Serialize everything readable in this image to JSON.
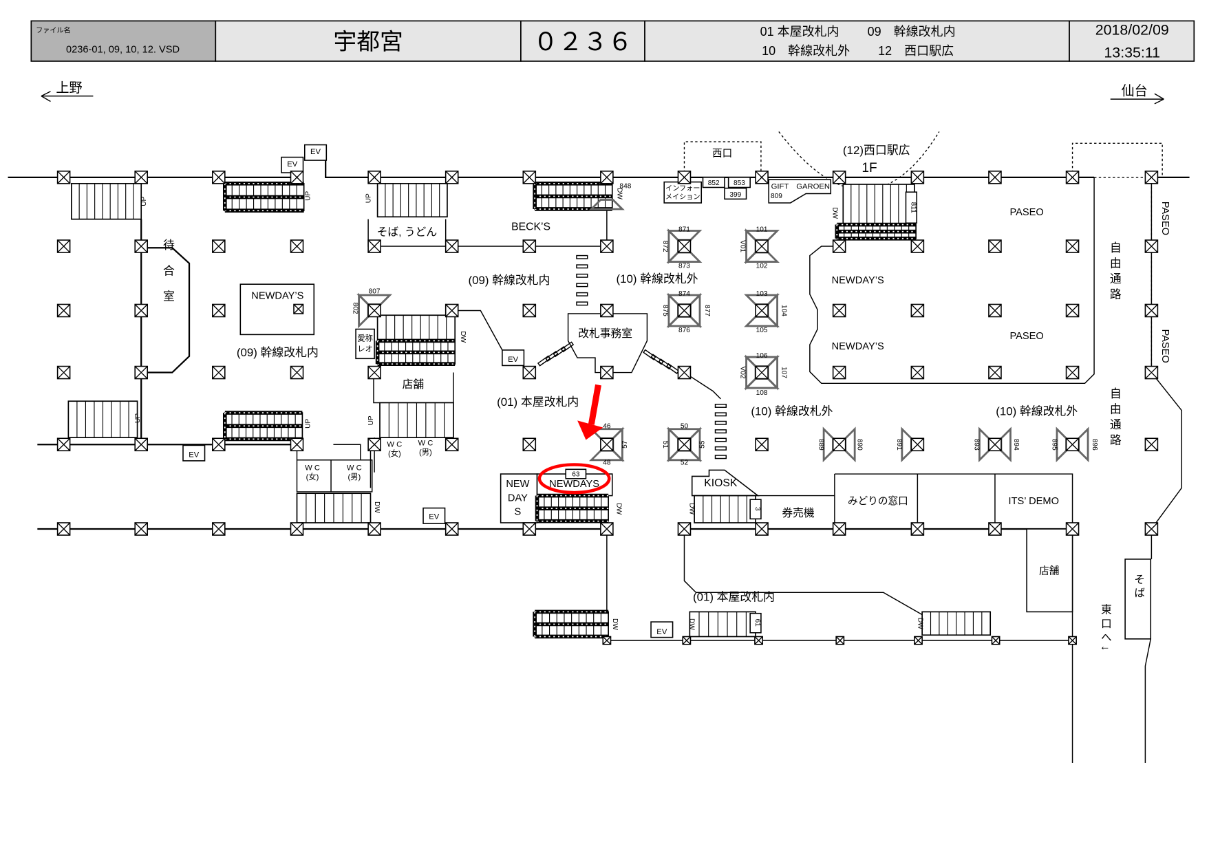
{
  "header": {
    "file_label": "ファイル名",
    "file_name": "0236-01, 09, 10, 12. VSD",
    "station": "宇都宮",
    "code": "０２３６",
    "area_line1": "01  本屋改札内　　 09　幹線改札内",
    "area_line2": "10　幹線改札外　　 12　西口駅広",
    "date": "2018/02/09",
    "time": "13:35:11"
  },
  "directions": {
    "left": "上野",
    "right": "仙台"
  },
  "labels": {
    "waiting_room": "待合室",
    "newdays_west": "NEWDAY’S",
    "zone_09_left": "(09) 幹線改札内",
    "zone_09_center": "(09) 幹線改札内",
    "soba_udon": "そば, うどん",
    "becks": "BECK’S",
    "zone_10_center": "(10) 幹線改札外",
    "ticket_office": "改札事務室",
    "shop_center": "店舗",
    "zone_01_center": "(01) 本屋改札内",
    "west_exit": "西口",
    "zone_12": "(12)西口駅広",
    "floor": "1F",
    "information_1": "インフォー",
    "information_2": "メイション",
    "gift_garden": "GIFT　GAROEN",
    "paseo_1": "PASEO",
    "paseo_2": "PASEO",
    "paseo_v1": "PASEO",
    "paseo_v2": "PASEO",
    "newdays_east_1": "NEWDAY’S",
    "newdays_east_2": "NEWDAY’S",
    "free_passage_1": "自由通路",
    "free_passage_2": "自由通路",
    "zone_10_mid": "(10) 幹線改札外",
    "zone_10_right": "(10) 幹線改札外",
    "kiosk": "KIOSK",
    "ticket_machine": "券売機",
    "midori": "みどりの窓口",
    "its_demo": "ITS’ DEMO",
    "shop_east": "店舗",
    "zone_01_lower": "(01) 本屋改札内",
    "soba": "そば",
    "east_exit": "東口へ↓",
    "newdays_small_1": "NEW",
    "newdays_small_2": "DAY",
    "newdays_small_3": "S",
    "newdays_target": "NEWDAYS",
    "wc": "W C",
    "female": "(女)",
    "male": "(男)",
    "aisho_1": "愛称",
    "aisho_2": "レオ",
    "ev": "EV",
    "up": "UP",
    "dw": "DW"
  },
  "ad_numbers": {
    "n848": "848",
    "n852": "852",
    "n853": "853",
    "n399": "399",
    "n809": "809",
    "n811": "811",
    "n871": "871",
    "n872": "872",
    "n873": "873",
    "n874": "874",
    "n875": "875",
    "n876": "876",
    "n877": "877",
    "n101": "101",
    "nV01": "V01",
    "n102": "102",
    "n103": "103",
    "n104": "104",
    "n105": "105",
    "n106": "106",
    "nV02": "V02",
    "n107": "107",
    "n108": "108",
    "n807": "807",
    "n802": "802",
    "n46": "46",
    "n57": "57",
    "n48": "48",
    "n50": "50",
    "n51": "51",
    "n55": "55",
    "n52": "52",
    "n889": "889",
    "n890": "890",
    "n891": "891",
    "n893": "893",
    "n894": "894",
    "n895": "895",
    "n896": "896",
    "n3": "3",
    "n61": "61",
    "n63": "63"
  },
  "colors": {
    "highlight": "#ff0000",
    "header_gray": "#b3b3b3",
    "header_light": "#e6e6e6",
    "ad_frame": "#666666"
  }
}
